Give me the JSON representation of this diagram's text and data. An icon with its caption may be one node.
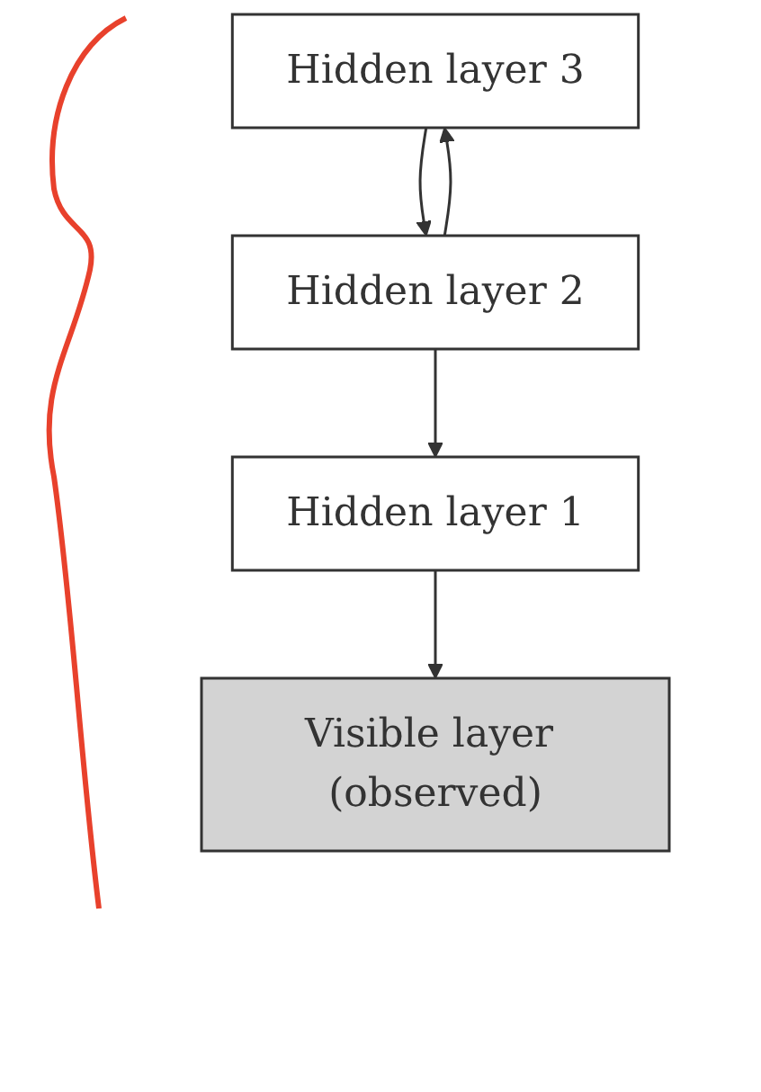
{
  "diagram": {
    "nodes": [
      {
        "text": [
          "Hidden layer 3"
        ]
      },
      {
        "text": [
          "Hidden layer 2"
        ]
      },
      {
        "text": [
          "Hidden layer 1"
        ]
      },
      {
        "text": [
          "Visible layer (observed)"
        ]
      }
    ],
    "edges": [
      {
        "from": 0,
        "to": 1,
        "arrow": "to"
      },
      {
        "from": 1,
        "to": 0,
        "arrow": "to"
      },
      {
        "from": 1,
        "to": 2,
        "arrow": "to"
      },
      {
        "from": 2,
        "to": 3,
        "arrow": "to"
      }
    ]
  }
}
